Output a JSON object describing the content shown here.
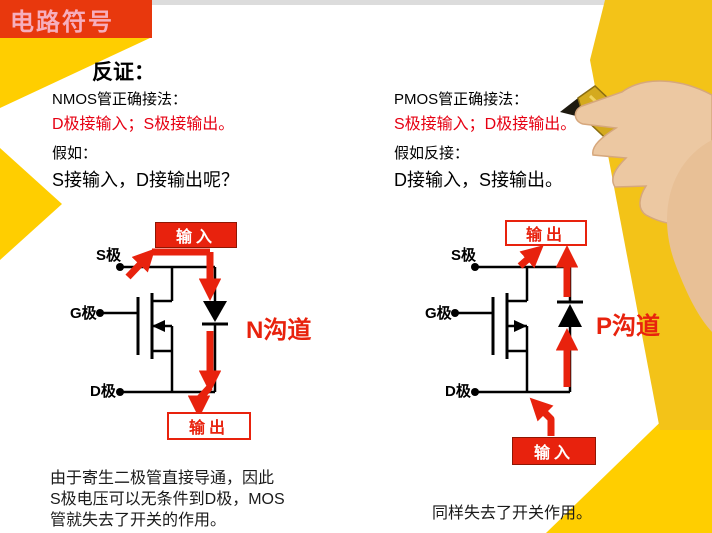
{
  "header": {
    "title": "电路符号"
  },
  "subtitle": "反证：",
  "colors": {
    "accent_red": "#e8220d",
    "text_red": "#e60012",
    "yellow": "#ffce00"
  },
  "nmos": {
    "heading": "NMOS管正确接法：",
    "correct": "D极接输入；S极接输出。",
    "hypo_label": "假如：",
    "hypo": "S接输入，D接输出呢？",
    "input_label": "输入",
    "output_label": "输出",
    "s_label": "S极",
    "g_label": "G极",
    "d_label": "D极",
    "channel_label": "N沟道",
    "note_lines": {
      "l1": "由于寄生二极管直接导通，因此",
      "l2": "S极电压可以无条件到D极，MOS",
      "l3": "管就失去了开关的作用。"
    }
  },
  "pmos": {
    "heading": "PMOS管正确接法：",
    "correct": "S极接输入；D极接输出。",
    "hypo_label": "假如反接：",
    "hypo": "D接输入，S接输出。",
    "input_label": "输入",
    "output_label": "输出",
    "s_label": "S极",
    "g_label": "G极",
    "d_label": "D极",
    "channel_label": "P沟道",
    "note": "同样失去了开关作用。"
  }
}
